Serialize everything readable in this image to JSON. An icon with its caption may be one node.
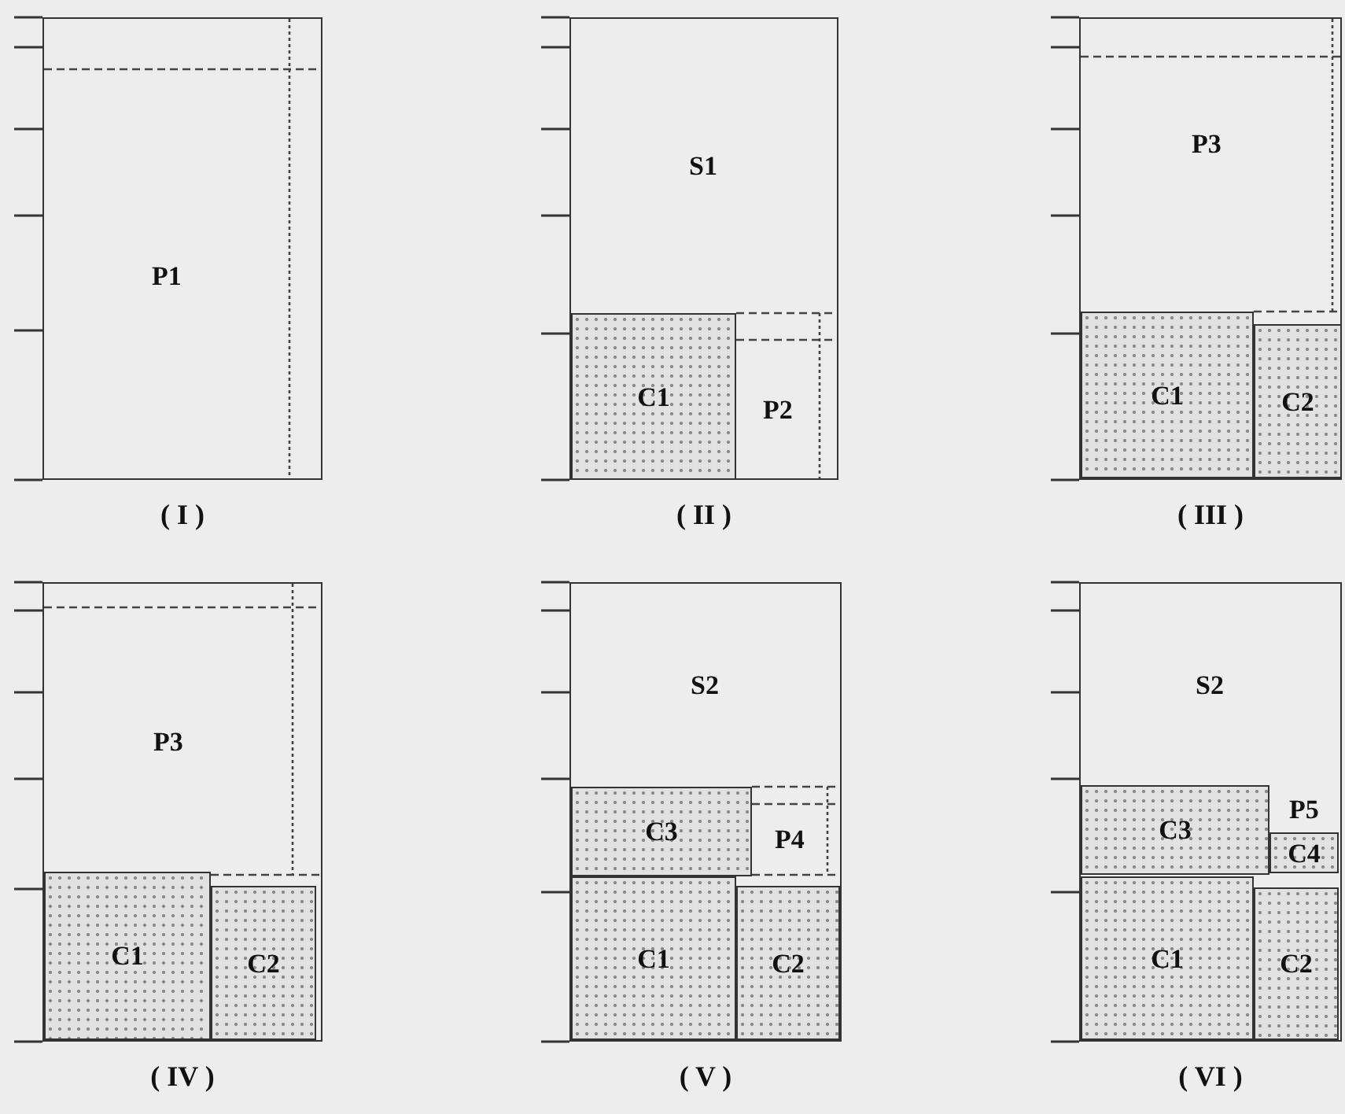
{
  "diagram": {
    "nodes": [
      {
        "text": [],
        "shape": "box",
        "beside": [
          "( I )"
        ]
      },
      {
        "text": [
          "P1"
        ],
        "in": 0
      },
      {
        "text": [],
        "shape": "box",
        "beside": [
          "( II )"
        ]
      },
      {
        "text": [
          "S1"
        ],
        "in": 2
      },
      {
        "text": [
          "C1"
        ],
        "in": 2
      },
      {
        "text": [
          "P2"
        ],
        "in": 2
      },
      {
        "text": [],
        "shape": "box",
        "beside": [
          "( III )"
        ]
      },
      {
        "text": [
          "P3"
        ],
        "in": 6
      },
      {
        "text": [
          "C1"
        ],
        "in": 6
      },
      {
        "text": [
          "C2"
        ],
        "in": 6
      },
      {
        "text": [],
        "shape": "box",
        "beside": [
          "( IV )"
        ]
      },
      {
        "text": [
          "P3"
        ],
        "in": 10
      },
      {
        "text": [
          "C1"
        ],
        "in": 10
      },
      {
        "text": [
          "C2"
        ],
        "in": 10
      },
      {
        "text": [],
        "shape": "box",
        "beside": [
          "( V )"
        ]
      },
      {
        "text": [
          "S2"
        ],
        "in": 14
      },
      {
        "text": [
          "C3"
        ],
        "in": 14
      },
      {
        "text": [
          "P4"
        ],
        "in": 14
      },
      {
        "text": [
          "C1"
        ],
        "in": 14
      },
      {
        "text": [
          "C2"
        ],
        "in": 14
      },
      {
        "text": [],
        "shape": "box",
        "beside": [
          "( VI )"
        ]
      },
      {
        "text": [
          "S2"
        ],
        "in": 20
      },
      {
        "text": [
          "C3"
        ],
        "in": 20
      },
      {
        "text": [
          "P5"
        ],
        "in": 20
      },
      {
        "text": [
          "C4"
        ],
        "in": 20
      },
      {
        "text": [
          "C1"
        ],
        "in": 20
      },
      {
        "text": [
          "C2"
        ],
        "in": 20
      }
    ]
  }
}
